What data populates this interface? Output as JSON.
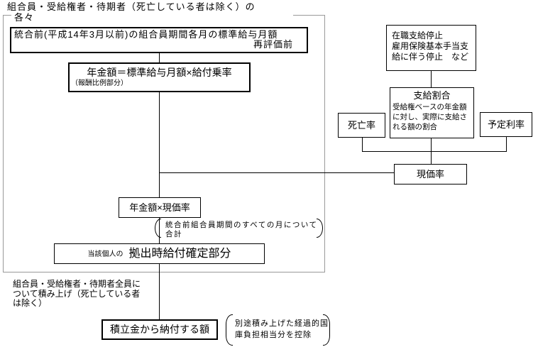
{
  "title": {
    "line1": "組合員・受給権者・待期者（死亡している者は除く）の",
    "line2": "各々"
  },
  "boxes": {
    "base_salary": {
      "line1": "統合前(平成14年3月以前)の組合員期間各月の標準給与月額",
      "line2": "再評価前"
    },
    "pension_formula": {
      "line1": "年金額＝標準給与月額×給付乗率",
      "line2": "（報酬比例部分）"
    },
    "suspension": {
      "line1": "在職支給停止",
      "line2": "雇用保険基本手当支",
      "line3": "給に伴う停止　など"
    },
    "payment_ratio": {
      "title": "支給割合",
      "desc1": "受給権ベースの年金額",
      "desc2": "に対し、実際に支給さ",
      "desc3": "れる額の割合"
    },
    "mortality_rate": {
      "label": "死亡率"
    },
    "assumed_interest_rate": {
      "label": "予定利率"
    },
    "present_value_rate": {
      "label": "現価率"
    },
    "pension_times_pv": {
      "label": "年金額×現価率"
    },
    "fixed_benefit": {
      "prefix": "当該個人の",
      "label": "拠出時給付確定部分"
    },
    "payment_from_reserve": {
      "label": "積立金から納付する額"
    }
  },
  "notes": {
    "sum_note": {
      "line1": "統合前組合員期間のすべての月について",
      "line2": "合計"
    },
    "aggregate_note": {
      "line1": "組合員・受給権者・待期者全員に",
      "line2": "ついて積み上げ（死亡している者",
      "line3": "は除く）"
    },
    "deduction_note": {
      "line1": "別途積み上げた経過的国",
      "line2": "庫負担相当分を控除"
    }
  },
  "colors": {
    "line": "#000000",
    "frame": "#999999",
    "text": "#000000",
    "background": "#ffffff"
  }
}
